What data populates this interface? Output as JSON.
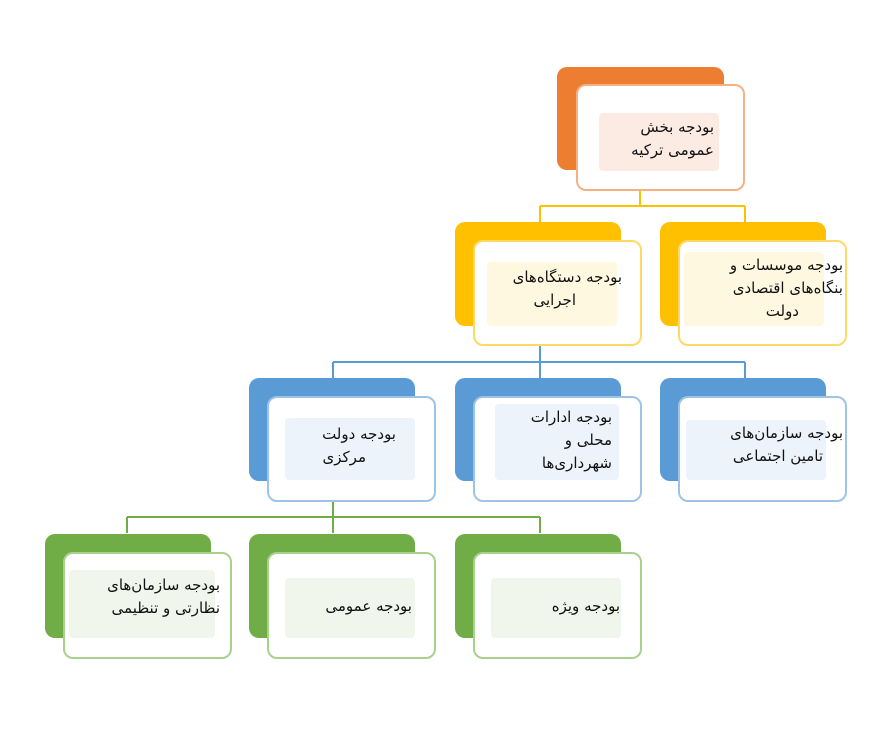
{
  "diagram": {
    "nodes": [
      {
        "id": "turkey-public-sector-budget",
        "lines": [
          "بودجه بخش",
          "عمومی ترکیه"
        ]
      },
      {
        "id": "state-enterprises-budget",
        "lines": [
          "بودجه موسسات و",
          "بنگاه‌های اقتصادی",
          "دولت"
        ]
      },
      {
        "id": "executive-agencies-budget",
        "lines": [
          "بودجه دستگاه‌های",
          "اجرایی"
        ]
      },
      {
        "id": "social-security-budget",
        "lines": [
          "بودجه سازمان‌های",
          "تامین اجتماعی"
        ]
      },
      {
        "id": "local-administrations-budget",
        "lines": [
          "بودجه ادارات",
          "محلی و",
          "شهرداری‌ها"
        ]
      },
      {
        "id": "central-government-budget",
        "lines": [
          "بودجه دولت",
          "مرکزی"
        ]
      },
      {
        "id": "special-budget",
        "lines": [
          "بودجه ویژه"
        ]
      },
      {
        "id": "general-budget",
        "lines": [
          "بودجه عمومی"
        ]
      },
      {
        "id": "regulatory-agencies-budget",
        "lines": [
          "بودجه سازمان‌های",
          "نظارتی و تنظیمی"
        ]
      }
    ],
    "edges": [
      {
        "from": "turkey-public-sector-budget",
        "to": "state-enterprises-budget"
      },
      {
        "from": "turkey-public-sector-budget",
        "to": "executive-agencies-budget"
      },
      {
        "from": "executive-agencies-budget",
        "to": "social-security-budget"
      },
      {
        "from": "executive-agencies-budget",
        "to": "local-administrations-budget"
      },
      {
        "from": "executive-agencies-budget",
        "to": "central-government-budget"
      },
      {
        "from": "central-government-budget",
        "to": "special-budget"
      },
      {
        "from": "central-government-budget",
        "to": "general-budget"
      },
      {
        "from": "central-government-budget",
        "to": "regulatory-agencies-budget"
      }
    ],
    "colors": {
      "orange": "#ED7D31",
      "yellow": "#FFC000",
      "blue": "#5B9BD5",
      "green": "#70AD47"
    }
  }
}
